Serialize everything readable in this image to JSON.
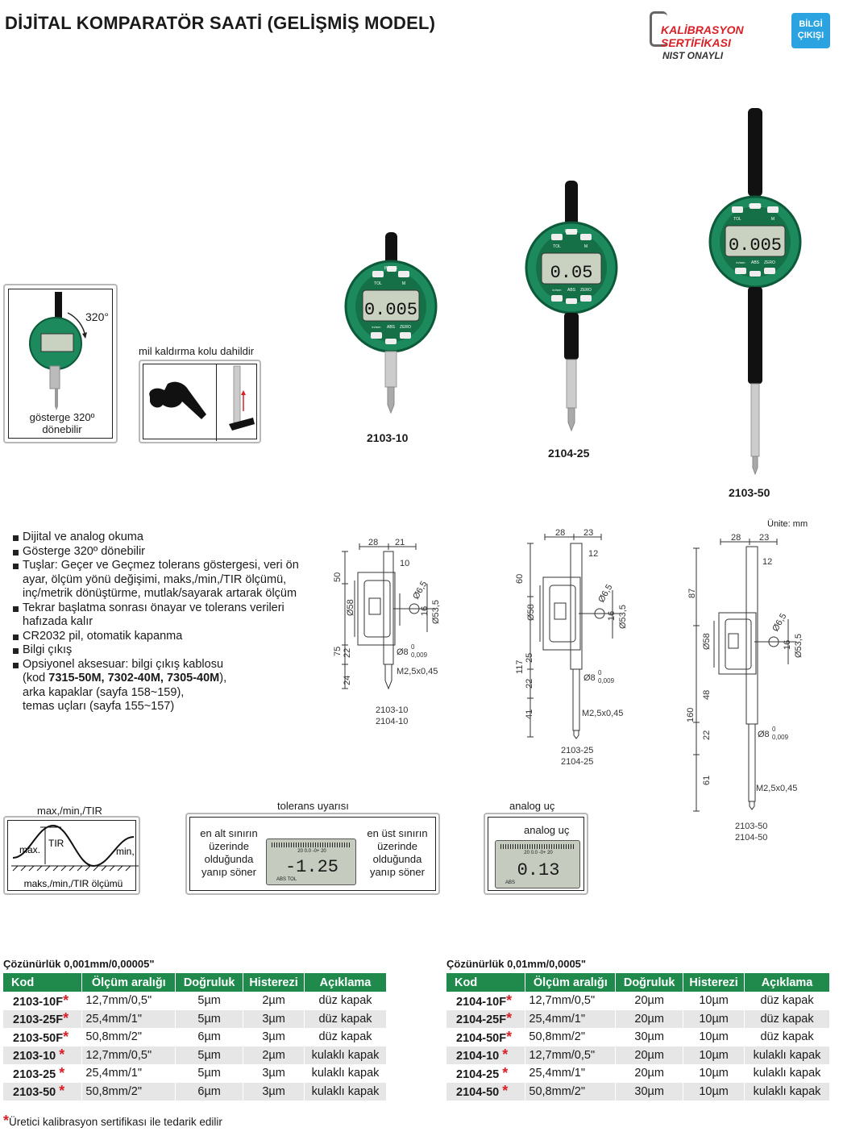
{
  "header": {
    "title": "DİJİTAL KOMPARATÖR SAATİ (GELİŞMİŞ MODEL)",
    "calib_line1": "KALİBRASYON",
    "calib_line2": "SERTİFİKASI",
    "calib_line3": "NIST ONAYLI",
    "bilgi_line1": "BİLGİ",
    "bilgi_line2": "ÇIKIŞI"
  },
  "colors": {
    "green": "#1f8a4c",
    "gauge_green": "#1c8a5c",
    "red": "#d92027",
    "blue": "#2aa3e0"
  },
  "rotation_card": {
    "angle": "320°",
    "caption_line1": "gösterge 320º",
    "caption_line2": "dönebilir"
  },
  "lever_card": {
    "title": "mil kaldırma kolu dahildir"
  },
  "gauges": [
    {
      "model": "2103-10",
      "display": "0.005"
    },
    {
      "model": "2104-25",
      "display": "0.05"
    },
    {
      "model": "2103-50",
      "display": "0.005"
    }
  ],
  "gauge_labels": {
    "brand": "INSIZE",
    "tol": "TOL",
    "m": "M",
    "abs": "ABS",
    "zero": "ZERO",
    "inch": "in/mm"
  },
  "unit_note": "Ünite: mm",
  "features": [
    "Dijital ve analog okuma",
    "Gösterge 320º dönebilir",
    "Tuşlar: Geçer ve Geçmez tolerans göstergesi, veri ön ayar, ölçüm yönü değişimi, maks,/min,/TIR ölçümü, inç/metrik dönüştürme, mutlak/sayarak artarak ölçüm",
    "Tekrar başlatma sonrası önayar ve tolerans verileri hafızada kalır",
    "CR2032 pil, otomatik kapanma",
    "Bilgi çıkış"
  ],
  "feature_optional": {
    "line1": "Opsiyonel aksesuar: bilgi çıkış kablosu",
    "line2_pre": "(kod ",
    "line2_bold": "7315-50M, 7302-40M, 7305-40M",
    "line2_post": "),",
    "line3": "arka kapaklar (sayfa 158~159),",
    "line4": "temas uçları (sayfa 155~157)"
  },
  "drawings": [
    {
      "models": [
        "2103-10",
        "2104-10"
      ],
      "top": [
        "28",
        "21"
      ],
      "d1": "10",
      "left": [
        "50",
        "75",
        "22",
        "24"
      ],
      "dia": [
        "Ø58",
        "Ø6,5",
        "16",
        "Ø53,5"
      ],
      "stem": "Ø8",
      "stem_tol": "0,009",
      "thread": "M2,5x0,45"
    },
    {
      "models": [
        "2103-25",
        "2104-25"
      ],
      "top": [
        "28",
        "23"
      ],
      "d1": "12",
      "left": [
        "60",
        "117",
        "25",
        "22",
        "41"
      ],
      "dia": [
        "Ø58",
        "Ø6,5",
        "16",
        "Ø53,5"
      ],
      "stem": "Ø8",
      "stem_tol": "0,009",
      "thread": "M2,5x0,45"
    },
    {
      "models": [
        "2103-50",
        "2104-50"
      ],
      "top": [
        "28",
        "23"
      ],
      "d1": "12",
      "left": [
        "87",
        "160",
        "48",
        "22",
        "61"
      ],
      "dia": [
        "Ø58",
        "Ø6,5",
        "16",
        "Ø53,5"
      ],
      "stem": "Ø8",
      "stem_tol": "0,009",
      "thread": "M2,5x0,45"
    }
  ],
  "drawing_tol_upper": "0",
  "diagrams": {
    "maxmin": {
      "title": "max,/min,/TIR",
      "max": "max.",
      "tir": "TIR",
      "min": "min,",
      "caption": "maks,/min,/TIR ölçümü"
    },
    "tolerance": {
      "title": "tolerans uyarısı",
      "left": [
        "en alt sınırın",
        "üzerinde",
        "olduğunda",
        "yanıp söner"
      ],
      "right": [
        "en üst sınırın",
        "üzerinde",
        "olduğunda",
        "yanıp söner"
      ],
      "display": "-1.25",
      "scale": "20 0.0 -0+ 20",
      "status": "ABS TOL"
    },
    "analog": {
      "title": "analog uç",
      "inner_label": "analog uç",
      "display": "0.13",
      "scale": "20 0.0 -0+ 20",
      "status": "ABS"
    }
  },
  "table1": {
    "title": "Çözünürlük 0,001mm/0,00005\"",
    "headers": [
      "Kod",
      "Ölçüm aralığı",
      "Doğruluk",
      "Histerezi",
      "Açıklama"
    ],
    "rows": [
      [
        "2103-10F",
        "12,7mm/0,5\"",
        "5µm",
        "2µm",
        "düz kapak"
      ],
      [
        "2103-25F",
        "25,4mm/1\"",
        "5µm",
        "3µm",
        "düz kapak"
      ],
      [
        "2103-50F",
        "50,8mm/2\"",
        "6µm",
        "3µm",
        "düz kapak"
      ],
      [
        "2103-10",
        "12,7mm/0,5\"",
        "5µm",
        "2µm",
        "kulaklı kapak"
      ],
      [
        "2103-25",
        "25,4mm/1\"",
        "5µm",
        "3µm",
        "kulaklı kapak"
      ],
      [
        "2103-50",
        "50,8mm/2\"",
        "6µm",
        "3µm",
        "kulaklı kapak"
      ]
    ]
  },
  "table2": {
    "title": "Çözünürlük 0,01mm/0,0005\"",
    "headers": [
      "Kod",
      "Ölçüm aralığı",
      "Doğruluk",
      "Histerezi",
      "Açıklama"
    ],
    "rows": [
      [
        "2104-10F",
        "12,7mm/0,5\"",
        "20µm",
        "10µm",
        "düz kapak"
      ],
      [
        "2104-25F",
        "25,4mm/1\"",
        "20µm",
        "10µm",
        "düz kapak"
      ],
      [
        "2104-50F",
        "50,8mm/2\"",
        "30µm",
        "10µm",
        "düz kapak"
      ],
      [
        "2104-10",
        "12,7mm/0,5\"",
        "20µm",
        "10µm",
        "kulaklı kapak"
      ],
      [
        "2104-25",
        "25,4mm/1\"",
        "20µm",
        "10µm",
        "kulaklı kapak"
      ],
      [
        "2104-50",
        "50,8mm/2\"",
        "30µm",
        "10µm",
        "kulaklı kapak"
      ]
    ]
  },
  "footnote": {
    "star": "*",
    "text": "Üretici kalibrasyon sertifikası ile tedarik edilir"
  }
}
